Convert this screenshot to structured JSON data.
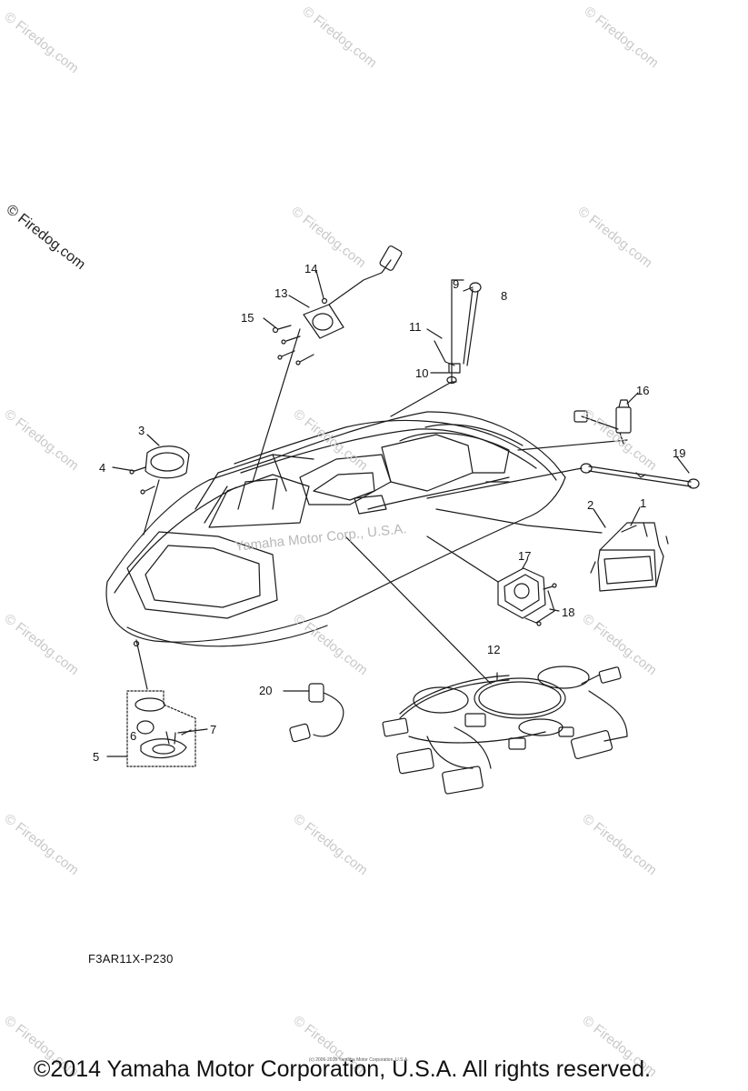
{
  "watermark": {
    "text": "© Firedog.com",
    "boat_overlay": "Yamaha Motor Corp., U.S.A."
  },
  "callouts": [
    "1",
    "2",
    "3",
    "4",
    "5",
    "6",
    "7",
    "8",
    "9",
    "10",
    "11",
    "12",
    "13",
    "14",
    "15",
    "16",
    "17",
    "18",
    "19",
    "20"
  ],
  "part_code": "F3AR11X-P230",
  "footer": {
    "copyright": "©2014 Yamaha Motor Corporation, U.S.A. All rights reserved.",
    "fine_print": "(c) 2006-2016 Yamaha Motor Corporation, U.S.A."
  },
  "colors": {
    "line": "#1a1a1a",
    "watermark": "#c9c9c9",
    "background": "#ffffff"
  }
}
